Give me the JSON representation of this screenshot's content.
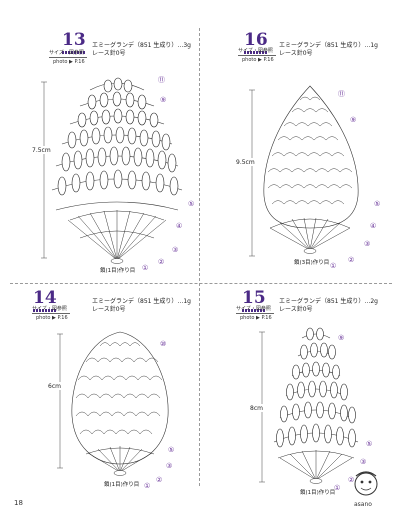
{
  "page_number": "18",
  "logo_text": "asano",
  "motifs": [
    {
      "id": "m13",
      "number": "13",
      "size_label": "サイズ・図参照",
      "photo_ref": "photo ▶ P.16",
      "yarn": "エミーグランデ（851 生成り）…3g",
      "hook": "レース針0号",
      "dimension": "7.5cm",
      "start_label": "鎖(1目)作り目",
      "rounds": [
        "①",
        "②",
        "③",
        "④",
        "⑤",
        "⑨",
        "⑪"
      ]
    },
    {
      "id": "m16",
      "number": "16",
      "size_label": "サイズ・図参照",
      "photo_ref": "photo ▶ P.16",
      "yarn": "エミーグランデ（851 生成り）…1g",
      "hook": "レース針0号",
      "dimension": "9.5cm",
      "start_label": "鎖(3目)作り目",
      "rounds": [
        "①",
        "②",
        "③",
        "④",
        "⑤",
        "⑨",
        "⑪"
      ]
    },
    {
      "id": "m14",
      "number": "14",
      "size_label": "サイズ・図参照",
      "photo_ref": "photo ▶ P.16",
      "yarn": "エミーグランデ（851 生成り）…1g",
      "hook": "レース針0号",
      "dimension": "6cm",
      "start_label": "鎖(1目)作り目",
      "rounds": [
        "①",
        "②",
        "③",
        "⑤",
        "⑩"
      ]
    },
    {
      "id": "m15",
      "number": "15",
      "size_label": "サイズ・図参照",
      "photo_ref": "photo ▶ P.16",
      "yarn": "エミーグランデ（851 生成り）…2g",
      "hook": "レース針0号",
      "dimension": "8cm",
      "start_label": "鎖(1目)作り目",
      "rounds": [
        "①",
        "②",
        "③",
        "⑤",
        "⑨"
      ]
    }
  ]
}
